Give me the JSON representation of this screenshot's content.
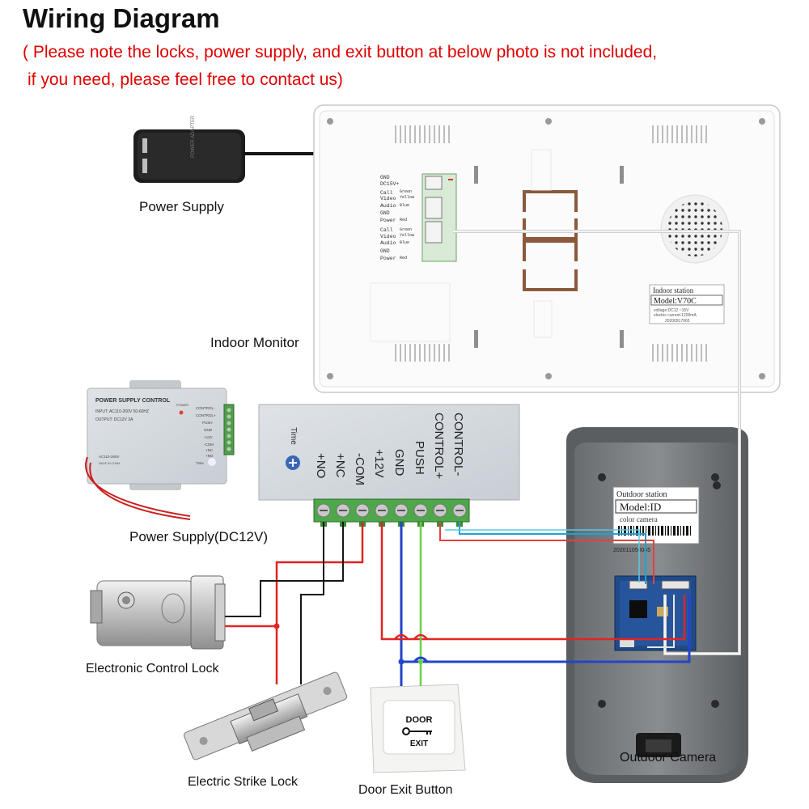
{
  "header": {
    "title": "Wiring Diagram",
    "note_line1": "( Please note the locks, power supply, and exit button at below photo is not included,",
    "note_line2": "if you need, please feel free to contact us)"
  },
  "labels": {
    "power_supply": "Power Supply",
    "indoor_monitor": "Indoor Monitor",
    "power_supply_dc12v": "Power Supply(DC12V)",
    "electronic_control_lock": "Electronic Control Lock",
    "electric_strike_lock": "Electric Strike Lock",
    "door_exit_button": "Door Exit Button",
    "outdoor_camera": "Outdoor Camera"
  },
  "indoor_monitor": {
    "port_labels": [
      "GND",
      "DC15V+",
      "Call",
      "Video",
      "Audio",
      "GND",
      "Power",
      "Call",
      "Video",
      "Audio",
      "GND",
      "Power"
    ],
    "wire_colors": [
      "Green",
      "Yellow",
      "Blue",
      "Red",
      "Green",
      "Yellow",
      "Blue",
      "Red"
    ],
    "sticker_title": "Indoor station",
    "sticker_model": "Model:V70C",
    "sticker_spec1": "voltage:DC12 ~15V",
    "sticker_spec2": "electric current:1200mA",
    "sticker_serial": "20200917065"
  },
  "outdoor_camera": {
    "sticker_title": "Outdoor station",
    "sticker_model": "Model:ID",
    "sticker_sub": "color camera",
    "sticker_serial": "202011050045"
  },
  "psu_small": {
    "title": "POWER SUPPLY CONTROL",
    "input": "INPUT: AC110-260V 50-60HZ",
    "output": "OUTPUT: DC12V 3A",
    "ac_label": "AC110-260V",
    "made_in": "MADE IN CHINA",
    "power_led": "POWER",
    "time": "Time",
    "terminals": [
      "CONTROL-",
      "CONTROL+",
      "PUSH",
      "GND",
      "+12V",
      "-COM",
      "+NC",
      "+NO"
    ]
  },
  "psu_big": {
    "time": "Time",
    "terminals": [
      "CONTROL-",
      "CONTROL+",
      "PUSH",
      "GND",
      "+12V",
      "-COM",
      "+NC",
      "+NO"
    ]
  },
  "exit_button": {
    "line1": "DOOR",
    "line2": "EXIT"
  },
  "adapter": {
    "line1": "POWER ADAPTER"
  }
}
